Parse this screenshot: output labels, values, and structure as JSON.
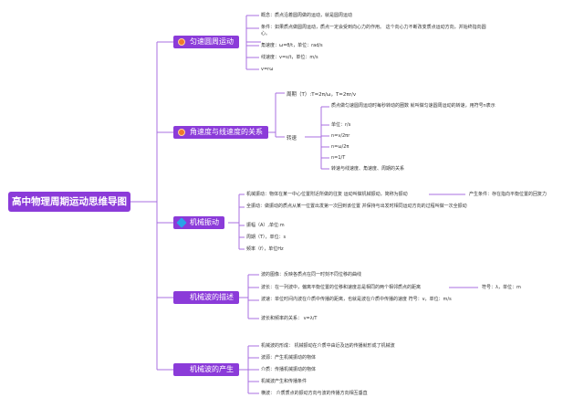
{
  "title": "高中物理周期运动思维导图",
  "branches": [
    {
      "label": "匀速圆周运动",
      "icon": "target-icon",
      "items": [
        "概念：质点沿着圆周做的运动，就是圆周运动",
        "条件：如果质点做圆周运动，质点一定会受到向心力的作用。 这个向心力不断改变质点运动方向，并始终指向圆心。",
        "角速度：ω=θ/t，单位：rad/s",
        "线速度：v=s/t，单位：m/s",
        "v=rω"
      ]
    },
    {
      "label": "角速度与线速度的关系",
      "icon": "target-icon",
      "period": "周期（T）:T=2π/ω，T=2πr/v",
      "speed_label": "转速",
      "speed_items": [
        "质点做匀速圆周运动时每秒转动的圈数 就叫做匀速圆周运动的转速，用符号n表示",
        "单位：r/s",
        "n=v/2πr",
        "n=ω/2π",
        "n=1/T",
        "转速与线速度、角速度、周期的关系"
      ]
    },
    {
      "label": "机械振动",
      "icon": "blue-diamond-icon",
      "items": [
        "机械振动：物体在某一中心位置附近所做的往复 运动叫做机械振动，简称为振动",
        "全振动：做振动的质点从某一位置出发第一次回到该位置 并保持与出发时相同运动方向的过程叫做一次全振动",
        "振幅（A）,单位:m",
        "周期（T），单位：s",
        "频率（f），单位Hz"
      ],
      "extra": "产生条件：存在指向平衡位置的回复力"
    },
    {
      "label": "机械波的描述",
      "icon": "none",
      "items": [
        "波的图像：反映各质点在同一时刻不同位移的曲线",
        "波长：在一列波中，偏离平衡位置的位移和速度总是相同的两个相邻质点的距离",
        "波速：单位时间内波在介质中传播的距离，也就是波在介质中传播的速度 符号：v，单位：m/s",
        "波长和频率的关系： v=λ/T"
      ],
      "extra": "符号：λ，单位：m"
    },
    {
      "label": "机械波的产生",
      "icon": "none",
      "items": [
        "机械波的形成： 机械振动在介质中由近及远的传播就形成了机械波",
        "波源：产生机械振动的物体",
        "介质：传播机械振动的物体",
        "机械波产生和传播条件",
        "横波： 介质质点的振动方向与波的传播方向相互垂直"
      ]
    }
  ],
  "colors": {
    "branch": "#8b3bd9",
    "line": "#a86fe0",
    "text": "#333333"
  }
}
